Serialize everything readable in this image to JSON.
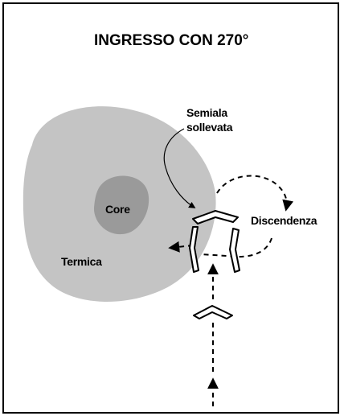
{
  "diagram": {
    "title": "INGRESSO CON 270°",
    "labels": {
      "semiala_line1": "Semiala",
      "semiala_line2": "sollevata",
      "core": "Core",
      "termica": "Termica",
      "discendenza": "Discendenza"
    },
    "colors": {
      "thermal_fill": "#c4c4c4",
      "core_fill": "#9a9a9a",
      "ink": "#000000",
      "background": "#ffffff"
    }
  }
}
